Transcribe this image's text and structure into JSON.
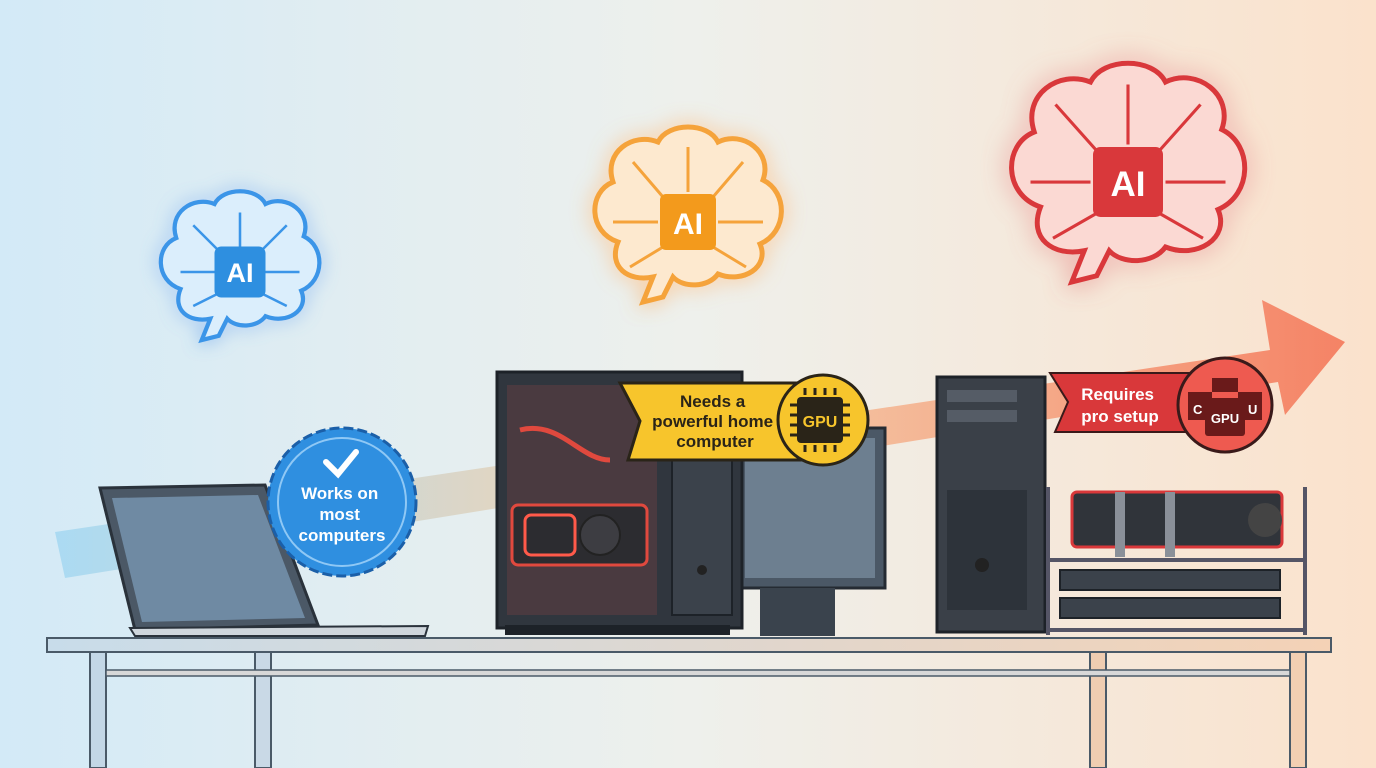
{
  "tiers": [
    {
      "name": "basic",
      "brain_label": "AI",
      "badge_text": [
        "Works on",
        "most",
        "computers"
      ],
      "color": "#2f8fe0"
    },
    {
      "name": "home",
      "brain_label": "AI",
      "banner_text": [
        "Needs a",
        "powerful home",
        "computer"
      ],
      "chip_label": "GPU",
      "color": "#f5a623"
    },
    {
      "name": "pro",
      "brain_label": "AI",
      "banner_text": [
        "Requires",
        "pro setup"
      ],
      "chip_label": "GPU",
      "chip_side_labels": [
        "C",
        "U"
      ],
      "color": "#d9383a"
    }
  ],
  "icons": {
    "badge": "checkmark-icon",
    "chip": "gpu-chip-icon",
    "brain": "brain-circuit-icon"
  }
}
